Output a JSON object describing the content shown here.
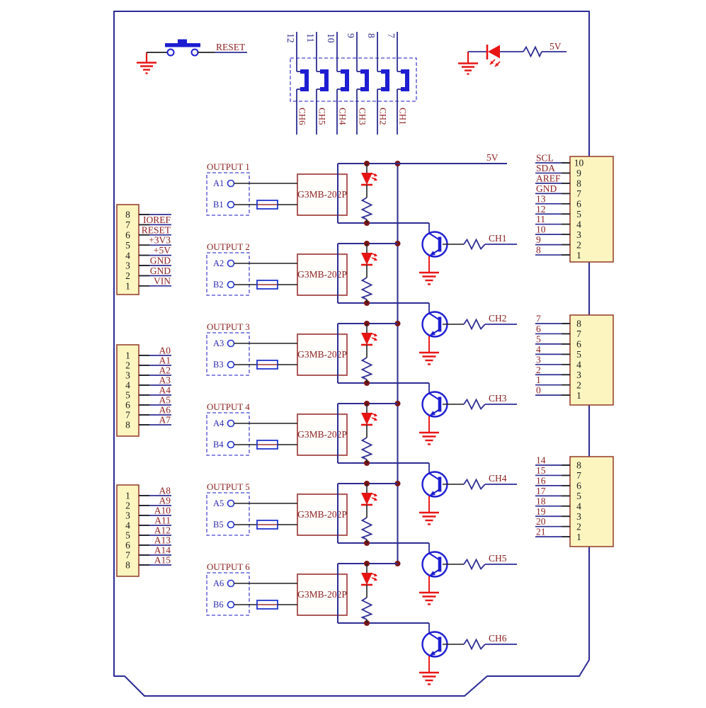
{
  "reset_button": {
    "label": "RESET"
  },
  "indicator_led": {
    "rail_label": "5V"
  },
  "rail_label": "5V",
  "jumper_block": {
    "top_pins": [
      "12",
      "11",
      "10",
      "9",
      "8",
      "7"
    ],
    "bottom_labels": [
      "CH6",
      "CH5",
      "CH4",
      "CH3",
      "CH2",
      "CH1"
    ]
  },
  "channels": [
    {
      "title": "OUTPUT 1",
      "pin_a": "A1",
      "pin_b": "B1",
      "relay": "G3MB-202P",
      "channel": "CH1"
    },
    {
      "title": "OUTPUT 2",
      "pin_a": "A2",
      "pin_b": "B2",
      "relay": "G3MB-202P",
      "channel": "CH2"
    },
    {
      "title": "OUTPUT 3",
      "pin_a": "A3",
      "pin_b": "B3",
      "relay": "G3MB-202P",
      "channel": "CH3"
    },
    {
      "title": "OUTPUT 4",
      "pin_a": "A4",
      "pin_b": "B4",
      "relay": "G3MB-202P",
      "channel": "CH4"
    },
    {
      "title": "OUTPUT 5",
      "pin_a": "A5",
      "pin_b": "B5",
      "relay": "G3MB-202P",
      "channel": "CH5"
    },
    {
      "title": "OUTPUT 6",
      "pin_a": "A6",
      "pin_b": "B6",
      "relay": "G3MB-202P",
      "channel": "CH6"
    }
  ],
  "headers": {
    "left": [
      {
        "name": "power-header",
        "pins": [
          {
            "num": "8",
            "label": ""
          },
          {
            "num": "7",
            "label": "IOREF"
          },
          {
            "num": "6",
            "label": "RESET"
          },
          {
            "num": "5",
            "label": "+3V3"
          },
          {
            "num": "4",
            "label": "+5V"
          },
          {
            "num": "3",
            "label": "GND"
          },
          {
            "num": "2",
            "label": "GND"
          },
          {
            "num": "1",
            "label": "VIN"
          }
        ]
      },
      {
        "name": "analog-header-a0-a7",
        "pins": [
          {
            "num": "1",
            "label": "A0"
          },
          {
            "num": "2",
            "label": "A1"
          },
          {
            "num": "3",
            "label": "A2"
          },
          {
            "num": "4",
            "label": "A3"
          },
          {
            "num": "5",
            "label": "A4"
          },
          {
            "num": "6",
            "label": "A5"
          },
          {
            "num": "7",
            "label": "A6"
          },
          {
            "num": "8",
            "label": "A7"
          }
        ]
      },
      {
        "name": "analog-header-a8-a15",
        "pins": [
          {
            "num": "1",
            "label": "A8"
          },
          {
            "num": "2",
            "label": "A9"
          },
          {
            "num": "3",
            "label": "A10"
          },
          {
            "num": "4",
            "label": "A11"
          },
          {
            "num": "5",
            "label": "A12"
          },
          {
            "num": "6",
            "label": "A13"
          },
          {
            "num": "7",
            "label": "A14"
          },
          {
            "num": "8",
            "label": "A15"
          }
        ]
      }
    ],
    "right": [
      {
        "name": "digital-header-high",
        "pins": [
          {
            "num": "10",
            "label": "SCL"
          },
          {
            "num": "9",
            "label": "SDA"
          },
          {
            "num": "8",
            "label": "AREF"
          },
          {
            "num": "7",
            "label": "GND"
          },
          {
            "num": "6",
            "label": "13"
          },
          {
            "num": "5",
            "label": "12"
          },
          {
            "num": "4",
            "label": "11"
          },
          {
            "num": "3",
            "label": "10"
          },
          {
            "num": "2",
            "label": "9"
          },
          {
            "num": "1",
            "label": "8"
          }
        ]
      },
      {
        "name": "digital-header-mid",
        "pins": [
          {
            "num": "8",
            "label": "7"
          },
          {
            "num": "7",
            "label": "6"
          },
          {
            "num": "6",
            "label": "5"
          },
          {
            "num": "5",
            "label": "4"
          },
          {
            "num": "4",
            "label": "3"
          },
          {
            "num": "3",
            "label": "2"
          },
          {
            "num": "2",
            "label": "1"
          },
          {
            "num": "1",
            "label": "0"
          }
        ]
      },
      {
        "name": "digital-header-low",
        "pins": [
          {
            "num": "8",
            "label": "14"
          },
          {
            "num": "7",
            "label": "15"
          },
          {
            "num": "6",
            "label": "16"
          },
          {
            "num": "5",
            "label": "17"
          },
          {
            "num": "4",
            "label": "18"
          },
          {
            "num": "3",
            "label": "19"
          },
          {
            "num": "2",
            "label": "20"
          },
          {
            "num": "1",
            "label": "21"
          }
        ]
      }
    ]
  },
  "colors": {
    "wire": "#2d2d93",
    "black_wire": "#1f1f1f",
    "bright_blue": "#1d1dd2",
    "pin_blue": "#2333cc",
    "maroon": "#8e2121",
    "red": "#e81313",
    "dot": "#7c1414",
    "yellow_fill": "#fcf5c0",
    "yellow_border": "#9a4430",
    "relay_border": "#9b3030",
    "relay_fill": "#fffefb",
    "dashed_blue": "#4646d0",
    "board_outline": "#2b2b96",
    "label_blue": "#2a2ab0"
  }
}
